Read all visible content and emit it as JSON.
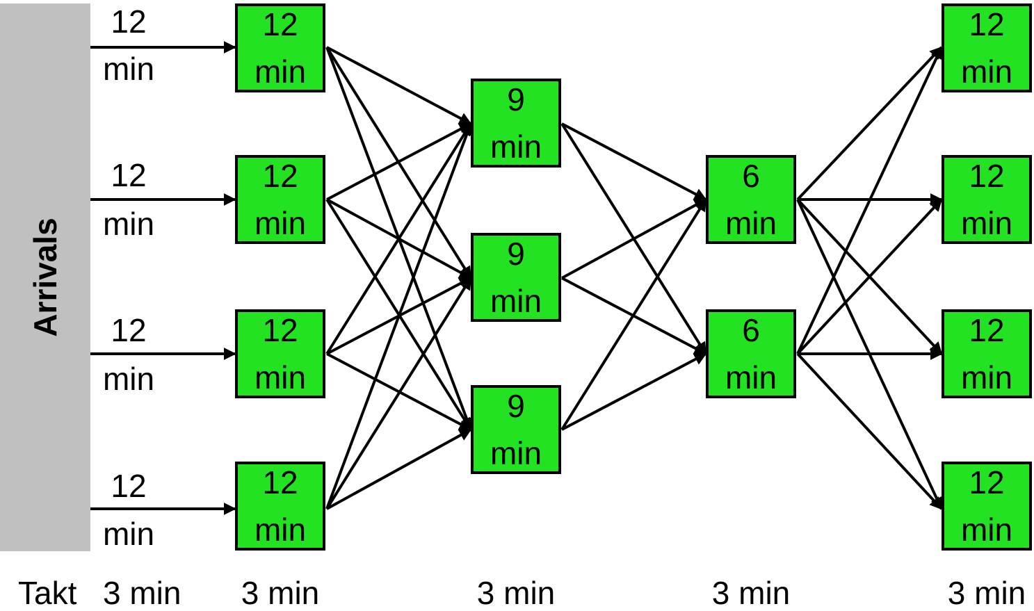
{
  "arrivals": {
    "label": "Arrivals",
    "items": [
      {
        "line1": "12",
        "line2": "min"
      },
      {
        "line1": "12",
        "line2": "min"
      },
      {
        "line1": "12",
        "line2": "min"
      },
      {
        "line1": "12",
        "line2": "min"
      }
    ]
  },
  "stages": [
    {
      "boxes": [
        {
          "line1": "12",
          "line2": "min"
        },
        {
          "line1": "12",
          "line2": "min"
        },
        {
          "line1": "12",
          "line2": "min"
        },
        {
          "line1": "12",
          "line2": "min"
        }
      ]
    },
    {
      "boxes": [
        {
          "line1": "9",
          "line2": "min"
        },
        {
          "line1": "9",
          "line2": "min"
        },
        {
          "line1": "9",
          "line2": "min"
        }
      ]
    },
    {
      "boxes": [
        {
          "line1": "6",
          "line2": "min"
        },
        {
          "line1": "6",
          "line2": "min"
        }
      ]
    },
    {
      "boxes": [
        {
          "line1": "12",
          "line2": "min"
        },
        {
          "line1": "12",
          "line2": "min"
        },
        {
          "line1": "12",
          "line2": "min"
        },
        {
          "line1": "12",
          "line2": "min"
        }
      ]
    }
  ],
  "takt": {
    "label": "Takt",
    "arrivals": "3 min",
    "stages": [
      "3 min",
      "3 min",
      "3 min",
      "3 min"
    ]
  },
  "colors": {
    "box_fill": "#22e222",
    "arrivals_bar": "#c0c0c0",
    "line": "#000000"
  }
}
